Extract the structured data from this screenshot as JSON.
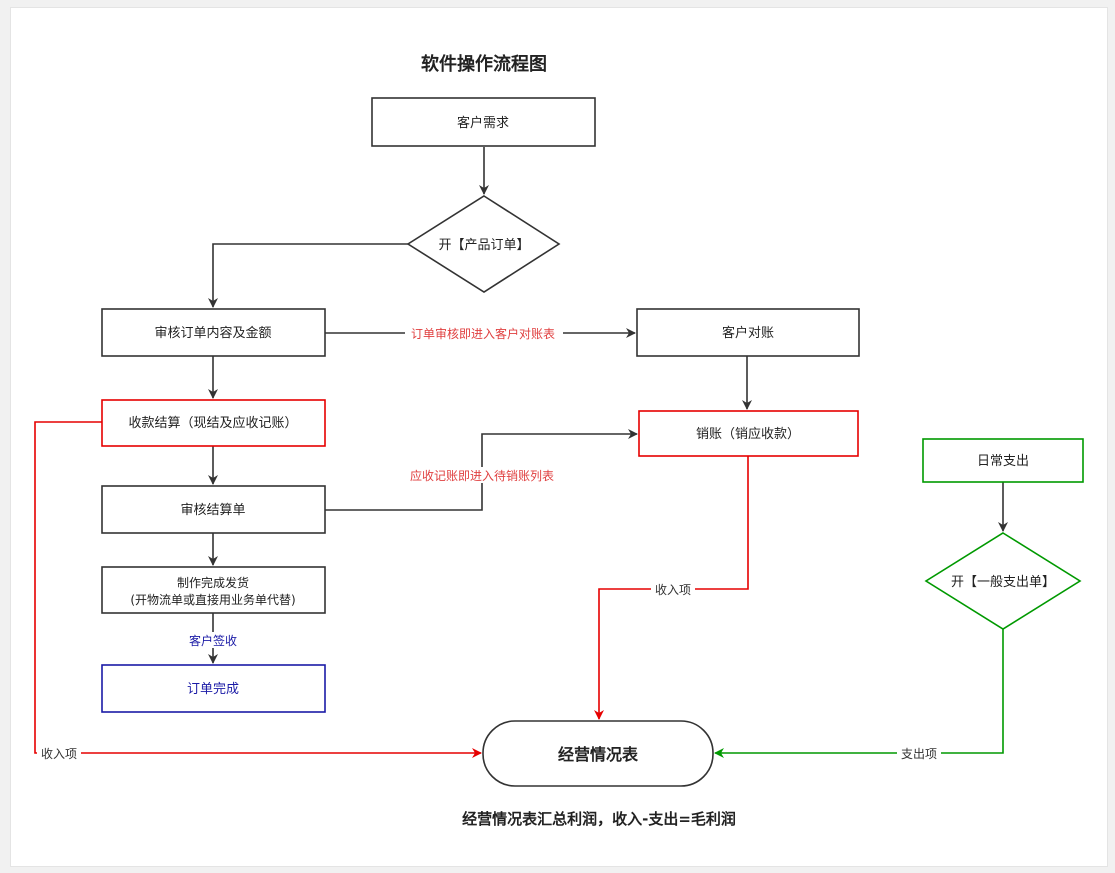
{
  "title": "软件操作流程图",
  "summary": "经营情况表汇总利润，收入-支出=毛利润",
  "colors": {
    "black": "#333333",
    "red": "#e60000",
    "green": "#009900",
    "blue": "#1a1aa6",
    "red_label": "#e04040"
  },
  "nodes": {
    "customer_demand": "客户需求",
    "product_order": "开【产品订单】",
    "review_order": "审核订单内容及金额",
    "customer_reconcile": "客户对账",
    "payment_settle": "收款结算（现结及应收记账）",
    "write_off": "销账（销应收款）",
    "review_settle": "审核结算单",
    "make_ship_line1": "制作完成发货",
    "make_ship_line2": "(开物流单或直接用业务单代替)",
    "order_complete": "订单完成",
    "daily_expense": "日常支出",
    "general_expense": "开【一般支出单】",
    "business_report": "经营情况表"
  },
  "edge_labels": {
    "to_reconcile": "订单审核即进入客户对账表",
    "to_writeoff": "应收记账即进入待销账列表",
    "customer_sign": "客户签收",
    "income_right": "收入项",
    "income_left": "收入项",
    "expense": "支出项"
  }
}
